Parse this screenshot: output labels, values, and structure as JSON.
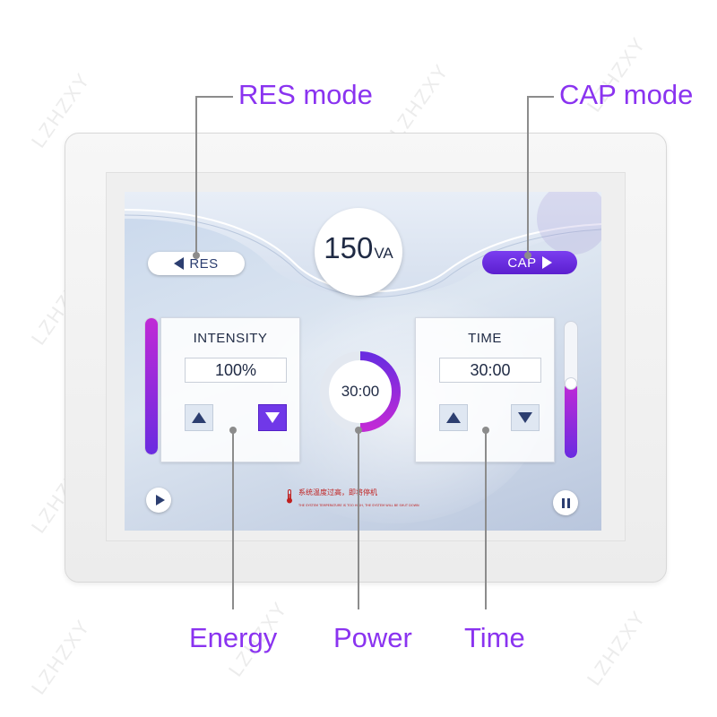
{
  "callouts": {
    "res_mode": "RES mode",
    "cap_mode": "CAP mode",
    "energy": "Energy",
    "power": "Power",
    "time": "Time"
  },
  "screen": {
    "res_button": "RES",
    "cap_button": "CAP",
    "power_value": "150",
    "power_unit": "VA",
    "intensity": {
      "title": "INTENSITY",
      "value": "100%",
      "level": 1.0
    },
    "timer": {
      "value": "30:00",
      "progress": 0.5
    },
    "time": {
      "title": "TIME",
      "value": "30:00",
      "level": 0.55
    },
    "warning_cn": "系统温度过高，即将停机",
    "warning_en": "THE SYSTEM TEMPERATURE IS TOO HIGH, THE SYSTEM WILL BE SHUT DOWN"
  },
  "watermark": "LZHZXY",
  "colors": {
    "callout": "#8a33f0",
    "accent_purple": "#7038e8",
    "gradient_magenta": "#c12ad6",
    "warning_red": "#c0201f"
  },
  "icons": [
    "left-triangle-icon",
    "right-triangle-icon",
    "up-arrow-icon",
    "down-arrow-icon",
    "play-icon",
    "pause-icon",
    "thermometer-icon"
  ]
}
